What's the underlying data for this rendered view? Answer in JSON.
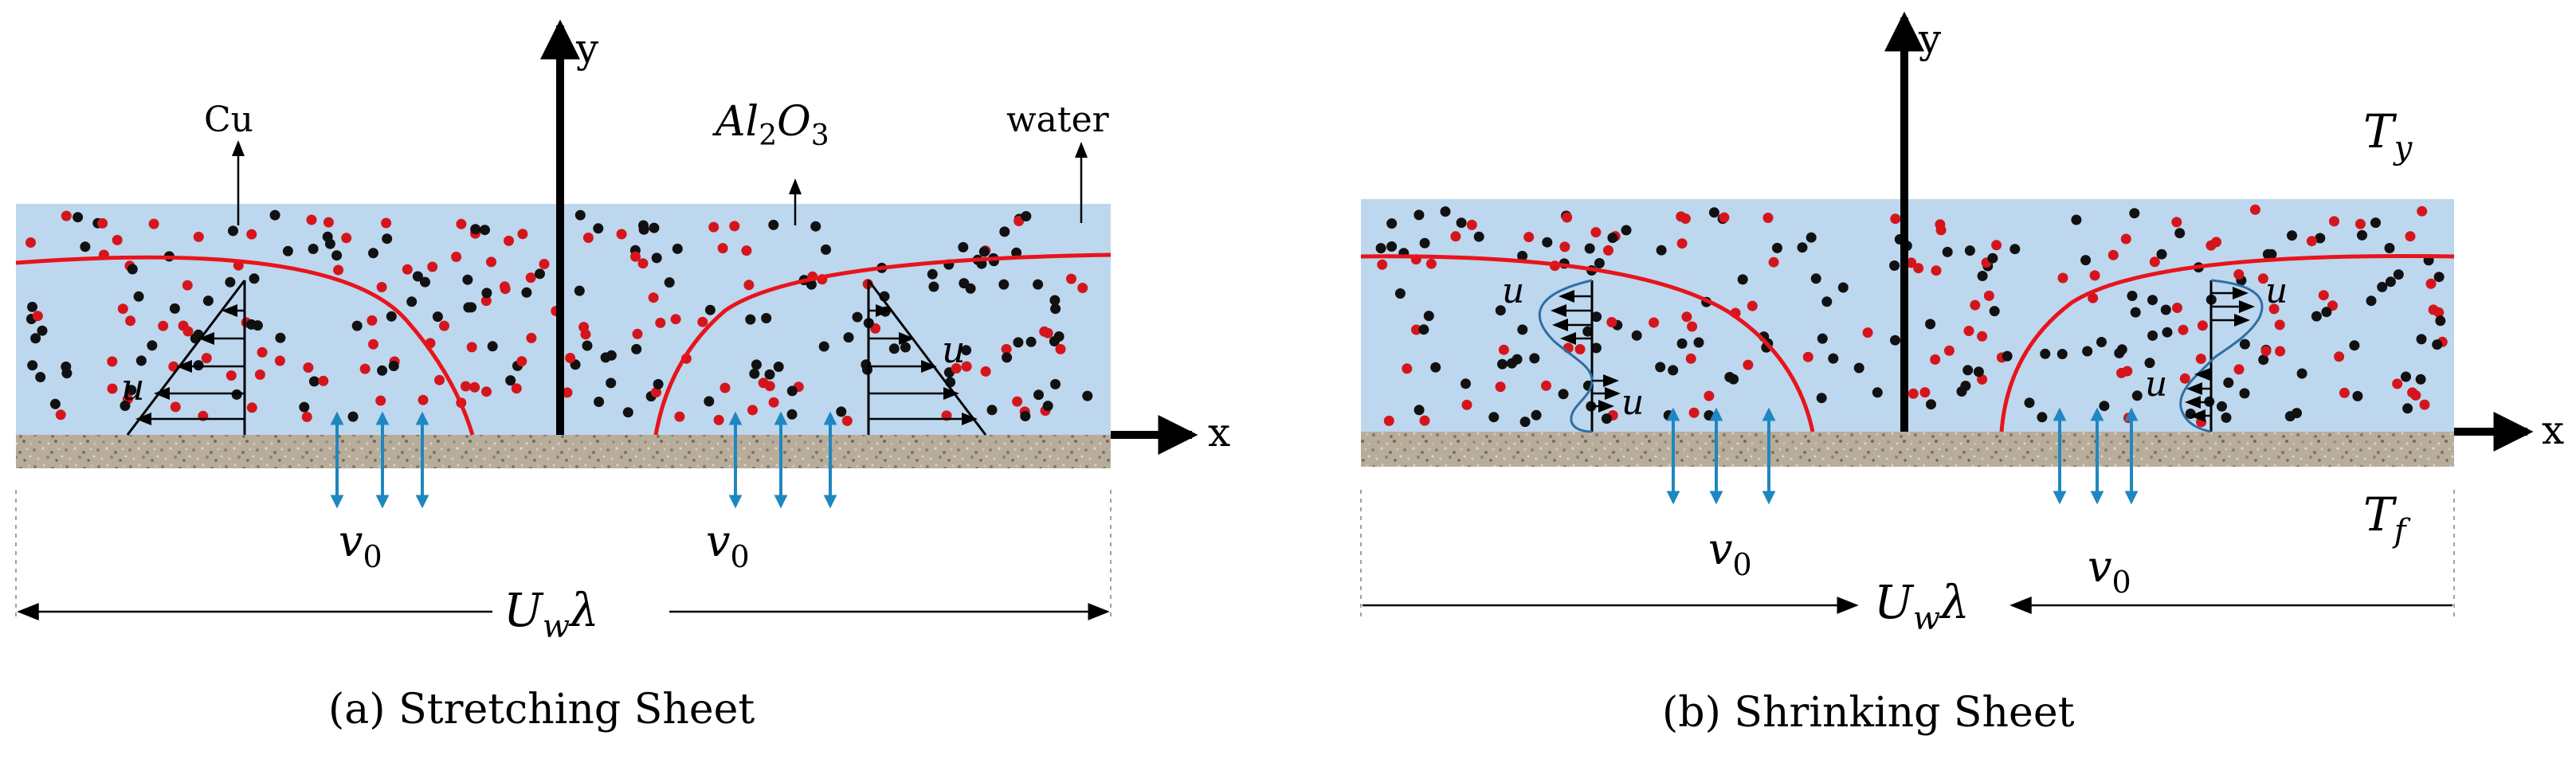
{
  "panel_a": {
    "caption": "(a)  Stretching Sheet",
    "y_axis_label": "y",
    "x_axis_label": "x",
    "particle_labels": {
      "cu": "Cu",
      "al2o3_base": "Al",
      "al2o3_sub1": "2",
      "al2o3_mid": "O",
      "al2o3_sub2": "3",
      "water": "water"
    },
    "velocity_label": "u",
    "suction_label_base": "v",
    "suction_label_sub": "0",
    "wall_velocity_base": "U",
    "wall_velocity_sub": "w",
    "wall_velocity_suffix": "λ"
  },
  "panel_b": {
    "caption": "(b)  Shrinking Sheet",
    "y_axis_label": "y",
    "x_axis_label": "x",
    "temp_top_base": "T",
    "temp_top_sub": "y",
    "temp_bottom_base": "T",
    "temp_bottom_sub": "f",
    "velocity_label": "u",
    "suction_label_base": "v",
    "suction_label_sub": "0",
    "wall_velocity_base": "U",
    "wall_velocity_sub": "w",
    "wall_velocity_suffix": "λ"
  },
  "colors": {
    "fluid": "#bdd7ee",
    "sheet": "#b9ad9c",
    "boundary_curve": "#e8141b",
    "particle_red": "#d4161c",
    "particle_black": "#111111",
    "suction_arrow": "#1f87c0",
    "wave_profile": "#2d6ea3",
    "axis": "#000000",
    "dim_line": "#888888"
  }
}
